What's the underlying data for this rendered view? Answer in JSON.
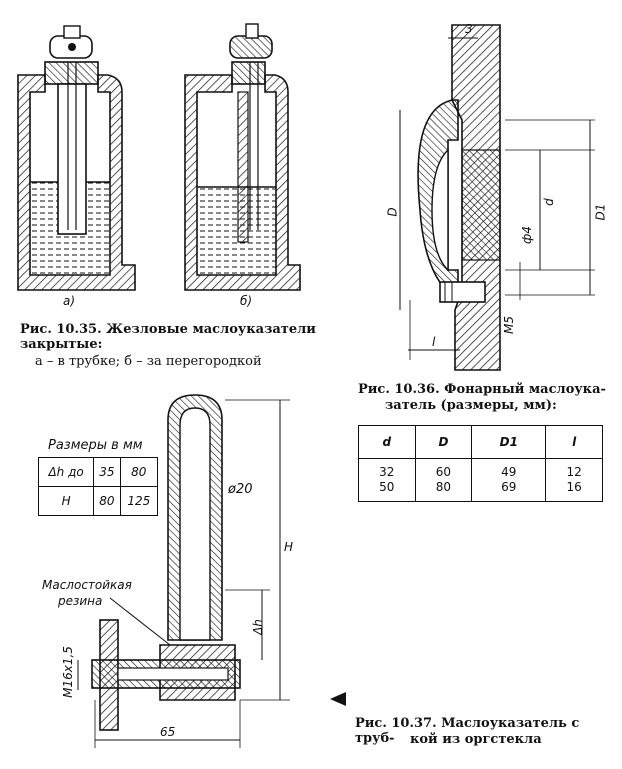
{
  "fig35": {
    "label_a": "а)",
    "label_b": "б)",
    "caption_title": "Рис. 10.35. Жезловые маслоуказатели закрытые:",
    "caption_body": "а – в трубке; б – за перегородкой"
  },
  "fig36": {
    "dim_3": "3",
    "dim_D": "D",
    "dim_d": "d",
    "dim_D1": "D1",
    "dim_phi4": "ф4",
    "dim_M5": "М5",
    "dim_l": "l",
    "caption_line1": "Рис. 10.36. Фонарный маслоука-",
    "caption_line2": "затель (размеры, мм):",
    "table": {
      "headers": [
        "d",
        "D",
        "D1",
        "l"
      ],
      "rows": [
        [
          "32",
          "60",
          "49",
          "12"
        ],
        [
          "50",
          "80",
          "69",
          "16"
        ]
      ]
    }
  },
  "fig37": {
    "table_title": "Размеры в мм",
    "table_rows": [
      [
        "Δh до",
        "35",
        "80"
      ],
      [
        "H",
        "80",
        "125"
      ]
    ],
    "dia_label": "ø20",
    "label_H": "H",
    "label_dh": "Δh",
    "label_thread": "M16x1,5",
    "label_65": "65",
    "rubber_line1": "Маслостойкая",
    "rubber_line2": "резина",
    "caption_line1": "Рис. 10.37. Маслоуказатель с труб-",
    "caption_line2": "кой из оргстекла"
  }
}
